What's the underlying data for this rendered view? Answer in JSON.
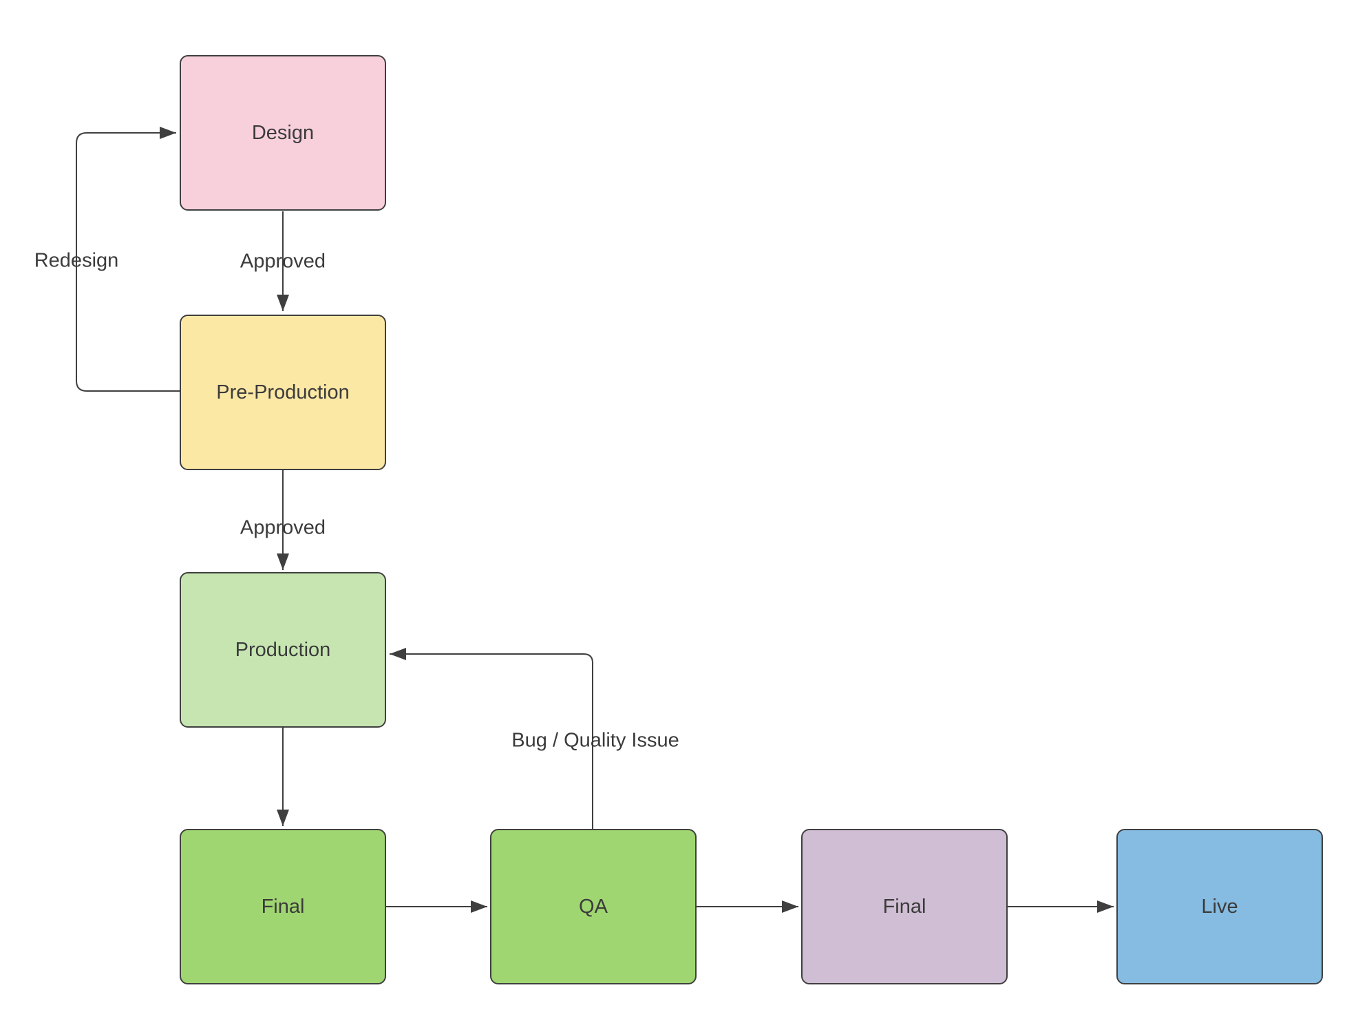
{
  "diagram": {
    "background": "#ffffff",
    "stroke_color": "#3f3f3f",
    "text_color": "#3b3b3b",
    "nodes": [
      {
        "id": "design",
        "label": "Design",
        "fill": "#f8d0dc"
      },
      {
        "id": "pre-production",
        "label": "Pre-Production",
        "fill": "#fce8a5"
      },
      {
        "id": "production",
        "label": "Production",
        "fill": "#c6e5b1"
      },
      {
        "id": "final-candidate",
        "label": "Final",
        "fill": "#a0d671"
      },
      {
        "id": "qa",
        "label": "QA",
        "fill": "#a0d671"
      },
      {
        "id": "final-approved",
        "label": "Final",
        "fill": "#d0bed4"
      },
      {
        "id": "live",
        "label": "Live",
        "fill": "#86bbe2"
      }
    ],
    "edges": [
      {
        "from": "design",
        "to": "pre-production",
        "label": "Approved"
      },
      {
        "from": "pre-production",
        "to": "design",
        "label": "Redesign"
      },
      {
        "from": "pre-production",
        "to": "production",
        "label": "Approved"
      },
      {
        "from": "production",
        "to": "final-candidate",
        "label": ""
      },
      {
        "from": "final-candidate",
        "to": "qa",
        "label": ""
      },
      {
        "from": "qa",
        "to": "production",
        "label": "Bug / Quality Issue"
      },
      {
        "from": "qa",
        "to": "final-approved",
        "label": ""
      },
      {
        "from": "final-approved",
        "to": "live",
        "label": ""
      }
    ]
  }
}
